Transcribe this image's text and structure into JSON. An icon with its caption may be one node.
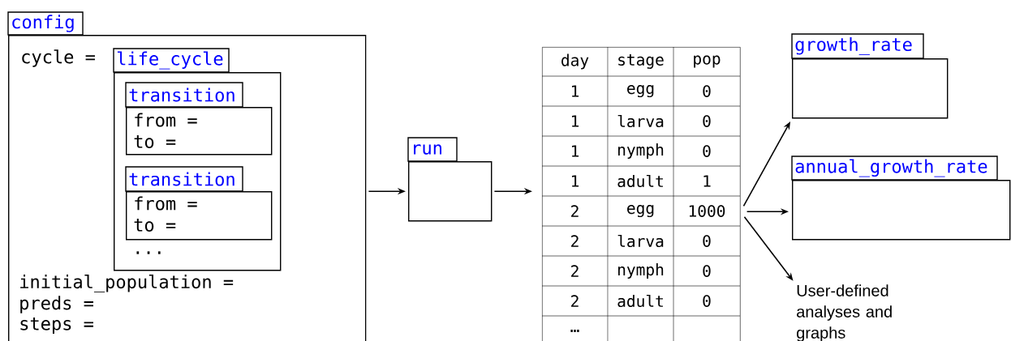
{
  "diagram": {
    "nodes": [
      {
        "text": [
          "config",
          "cycle =",
          "initial_population =",
          "preds =",
          "steps ="
        ]
      },
      {
        "text": [
          "life_cycle",
          "..."
        ],
        "in": 0
      },
      {
        "text": [
          "transition",
          "from =",
          "to ="
        ],
        "in": 1
      },
      {
        "text": [
          "transition",
          "from =",
          "to ="
        ],
        "in": 1
      },
      {
        "text": [
          "run"
        ]
      },
      {
        "text": [
          "day",
          "stage",
          "pop",
          "1",
          "egg",
          "0",
          "1",
          "larva",
          "0",
          "1",
          "nymph",
          "0",
          "1",
          "adult",
          "1",
          "2",
          "egg",
          "1000",
          "2",
          "larva",
          "0",
          "2",
          "nymph",
          "0",
          "2",
          "adult",
          "0",
          "…"
        ]
      },
      {
        "text": [
          "growth_rate"
        ]
      },
      {
        "text": [
          "annual_growth_rate"
        ]
      },
      {
        "text": [
          "User-defined analyses and graphs"
        ]
      }
    ],
    "edges": [
      {
        "from": 0,
        "to": 4,
        "arrow": "to"
      },
      {
        "from": 4,
        "to": 5,
        "arrow": "to"
      },
      {
        "from": 5,
        "to": 6,
        "arrow": "to"
      },
      {
        "from": 5,
        "to": 7,
        "arrow": "to"
      },
      {
        "from": 5,
        "to": 8,
        "arrow": "to"
      }
    ]
  }
}
